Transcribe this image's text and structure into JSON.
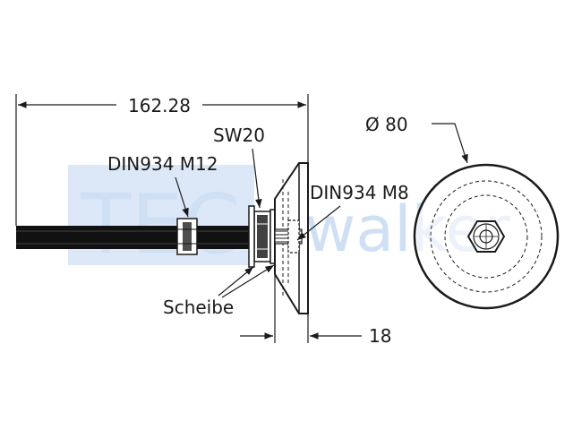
{
  "watermark": {
    "left_text": "TEC",
    "right_text": "walker",
    "color": "#cfe0f4"
  },
  "dimensions": {
    "overall_length": "162.28",
    "diameter": "Ø 80",
    "offset": "18"
  },
  "labels": {
    "wrench_size": "SW20",
    "nut_large": "DIN934 M12",
    "nut_small": "DIN934 M8",
    "washer": "Scheibe"
  },
  "colors": {
    "line": "#1a1a1a",
    "rod": "#111111"
  }
}
